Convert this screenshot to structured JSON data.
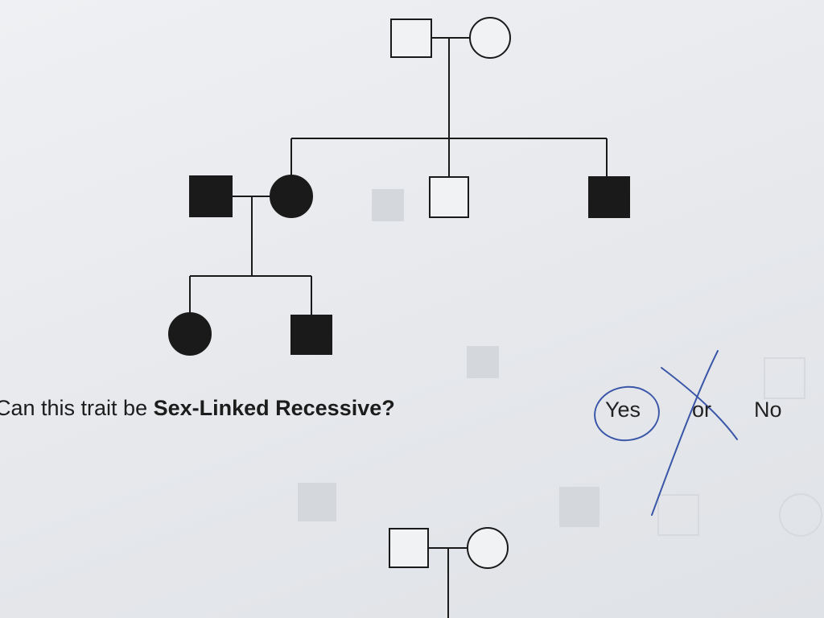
{
  "question": {
    "prefix": "Can this trait be ",
    "emphasis": "Sex-Linked Recessive?"
  },
  "answers": {
    "yes": "Yes",
    "or": "or",
    "no": "No",
    "selected": "Yes"
  },
  "pedigree": {
    "generation_1": [
      {
        "sex": "male",
        "affected": false
      },
      {
        "sex": "female",
        "affected": false
      }
    ],
    "generation_2": [
      {
        "sex": "male",
        "affected": true,
        "note": "married in"
      },
      {
        "sex": "female",
        "affected": true
      },
      {
        "sex": "male",
        "affected": false
      },
      {
        "sex": "male",
        "affected": true
      }
    ],
    "generation_3": [
      {
        "sex": "female",
        "affected": true
      },
      {
        "sex": "male",
        "affected": true
      }
    ],
    "next_pedigree_parents": [
      {
        "sex": "male",
        "affected": false
      },
      {
        "sex": "female",
        "affected": false
      }
    ]
  },
  "colors": {
    "ink": "#1a1a1a",
    "pen": "#3a56a8",
    "paper": "#eceef1"
  }
}
